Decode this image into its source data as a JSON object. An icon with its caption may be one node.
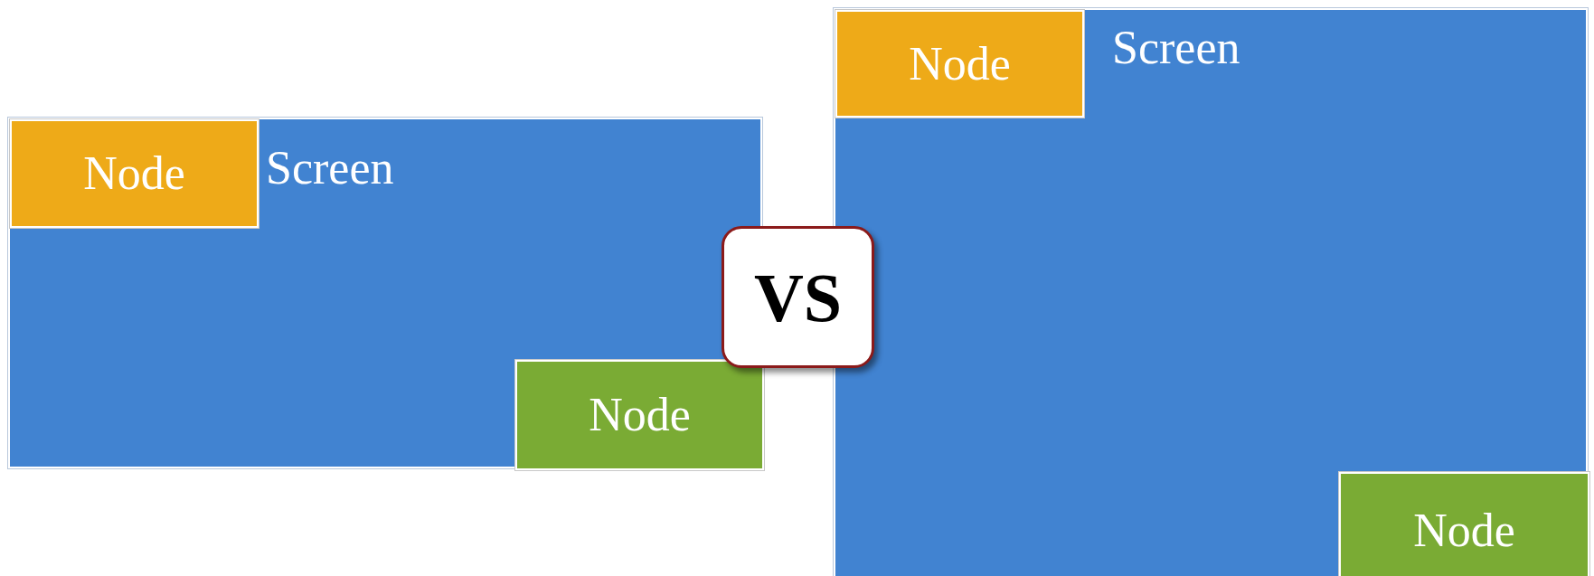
{
  "diagram": {
    "nodes": [
      {
        "text": [
          "Screen"
        ]
      },
      {
        "text": [
          "Node"
        ],
        "in": 0
      },
      {
        "text": [
          "Node"
        ],
        "in": 0
      },
      {
        "text": [
          "VS"
        ]
      },
      {
        "text": [
          "Screen"
        ]
      },
      {
        "text": [
          "Node"
        ],
        "in": 4
      },
      {
        "text": [
          "Node"
        ],
        "in": 4
      }
    ],
    "edges": []
  }
}
